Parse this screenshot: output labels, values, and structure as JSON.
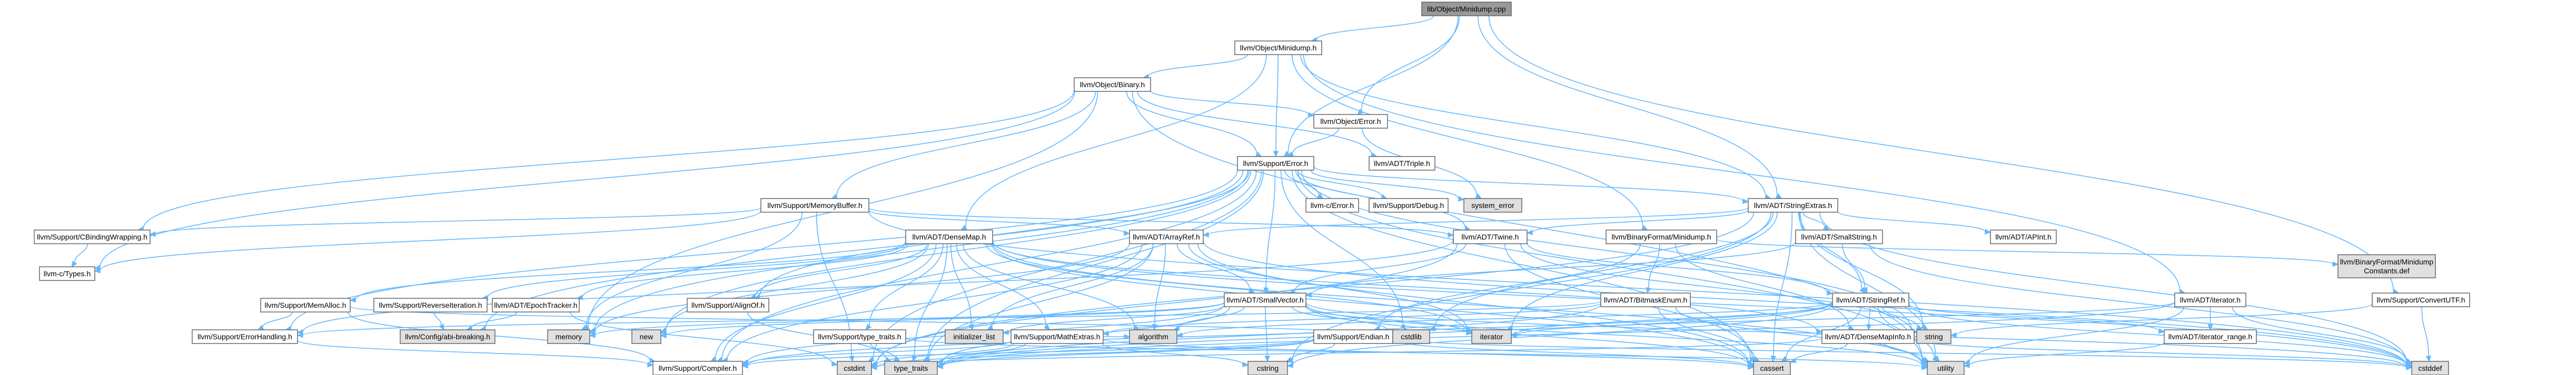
{
  "colors": {
    "edge": "#63b8ff",
    "border": "#666666",
    "root_fill": "#999999",
    "link_fill": "#ffffff",
    "external_fill": "#e0e0e0",
    "text": "#000000",
    "redtext": "#cc0000"
  },
  "nodes": [
    {
      "id": "root",
      "lines": [
        "lib/Object/Minidump.cpp"
      ],
      "style": "root"
    },
    {
      "id": "minidump_h",
      "lines": [
        "llvm/Object/Minidump.h"
      ],
      "style": "link"
    },
    {
      "id": "binary_h",
      "lines": [
        "llvm/Object/Binary.h"
      ],
      "style": "link"
    },
    {
      "id": "error_obj_h",
      "lines": [
        "llvm/Object/Error.h"
      ],
      "style": "link"
    },
    {
      "id": "stringextras",
      "lines": [
        "llvm/ADT/StringExtras.h"
      ],
      "style": "link"
    },
    {
      "id": "convertutf",
      "lines": [
        "llvm/Support/ConvertUTF.h"
      ],
      "style": "link"
    },
    {
      "id": "support_error",
      "lines": [
        "llvm/Support/Error.h"
      ],
      "style": "red"
    },
    {
      "id": "triple",
      "lines": [
        "llvm/ADT/Triple.h"
      ],
      "style": "red"
    },
    {
      "id": "cbinding",
      "lines": [
        "llvm/Support/CBindingWrapping.h"
      ],
      "style": "red"
    },
    {
      "id": "c_types",
      "lines": [
        "llvm-c/Types.h"
      ],
      "style": "red"
    },
    {
      "id": "memorybuffer",
      "lines": [
        "llvm/Support/MemoryBuffer.h"
      ],
      "style": "red"
    },
    {
      "id": "c_error",
      "lines": [
        "llvm-c/Error.h"
      ],
      "style": "red"
    },
    {
      "id": "debug",
      "lines": [
        "llvm/Support/Debug.h"
      ],
      "style": "link"
    },
    {
      "id": "system_error",
      "lines": [
        "system_error"
      ],
      "style": "ext"
    },
    {
      "id": "densemap",
      "lines": [
        "llvm/ADT/DenseMap.h"
      ],
      "style": "link"
    },
    {
      "id": "arrayref",
      "lines": [
        "llvm/ADT/ArrayRef.h"
      ],
      "style": "red"
    },
    {
      "id": "twine",
      "lines": [
        "llvm/ADT/Twine.h"
      ],
      "style": "link"
    },
    {
      "id": "binfmt_minidump",
      "lines": [
        "llvm/BinaryFormat/Minidump.h"
      ],
      "style": "link"
    },
    {
      "id": "smallstring",
      "lines": [
        "llvm/ADT/SmallString.h"
      ],
      "style": "link"
    },
    {
      "id": "apint",
      "lines": [
        "llvm/ADT/APInt.h"
      ],
      "style": "red"
    },
    {
      "id": "iterator",
      "lines": [
        "llvm/ADT/iterator.h"
      ],
      "style": "link"
    },
    {
      "id": "minidump_def",
      "lines": [
        "llvm/BinaryFormat/Minidump",
        "Constants.def"
      ],
      "style": "ext"
    },
    {
      "id": "memalloc",
      "lines": [
        "llvm/Support/MemAlloc.h"
      ],
      "style": "link"
    },
    {
      "id": "reverseiter",
      "lines": [
        "llvm/Support/ReverseIteration.h"
      ],
      "style": "red"
    },
    {
      "id": "epochtracker",
      "lines": [
        "llvm/ADT/EpochTracker.h"
      ],
      "style": "link"
    },
    {
      "id": "alignof",
      "lines": [
        "llvm/Support/AlignOf.h"
      ],
      "style": "link"
    },
    {
      "id": "smallvector",
      "lines": [
        "llvm/ADT/SmallVector.h"
      ],
      "style": "red"
    },
    {
      "id": "bitmaskenum",
      "lines": [
        "llvm/ADT/BitmaskEnum.h"
      ],
      "style": "link"
    },
    {
      "id": "stringref",
      "lines": [
        "llvm/ADT/StringRef.h"
      ],
      "style": "red"
    },
    {
      "id": "errorhandling",
      "lines": [
        "llvm/Support/ErrorHandling.h"
      ],
      "style": "link"
    },
    {
      "id": "abibreaking",
      "lines": [
        "llvm/Config/abi-breaking.h"
      ],
      "style": "ext"
    },
    {
      "id": "typetraits_s",
      "lines": [
        "llvm/Support/type_traits.h"
      ],
      "style": "link"
    },
    {
      "id": "mathextras",
      "lines": [
        "llvm/Support/MathExtras.h"
      ],
      "style": "red"
    },
    {
      "id": "endian",
      "lines": [
        "llvm/Support/Endian.h"
      ],
      "style": "red"
    },
    {
      "id": "densemapinfo",
      "lines": [
        "llvm/ADT/DenseMapInfo.h"
      ],
      "style": "red"
    },
    {
      "id": "iter_range",
      "lines": [
        "llvm/ADT/iterator_range.h"
      ],
      "style": "link"
    },
    {
      "id": "compiler",
      "lines": [
        "llvm/Support/Compiler.h"
      ],
      "style": "red"
    },
    {
      "id": "memory",
      "lines": [
        "memory"
      ],
      "style": "ext"
    },
    {
      "id": "new",
      "lines": [
        "new"
      ],
      "style": "ext"
    },
    {
      "id": "init_list",
      "lines": [
        "initializer_list"
      ],
      "style": "ext"
    },
    {
      "id": "algorithm",
      "lines": [
        "algorithm"
      ],
      "style": "ext"
    },
    {
      "id": "cstdlib",
      "lines": [
        "cstdlib"
      ],
      "style": "ext"
    },
    {
      "id": "iterator_std",
      "lines": [
        "iterator"
      ],
      "style": "ext"
    },
    {
      "id": "string",
      "lines": [
        "string"
      ],
      "style": "ext"
    },
    {
      "id": "type_traits",
      "lines": [
        "type_traits"
      ],
      "style": "ext"
    },
    {
      "id": "cstdint",
      "lines": [
        "cstdint"
      ],
      "style": "ext"
    },
    {
      "id": "cstring",
      "lines": [
        "cstring"
      ],
      "style": "ext"
    },
    {
      "id": "cassert",
      "lines": [
        "cassert"
      ],
      "style": "ext"
    },
    {
      "id": "utility",
      "lines": [
        "utility"
      ],
      "style": "ext"
    },
    {
      "id": "cstddef",
      "lines": [
        "cstddef"
      ],
      "style": "ext"
    }
  ],
  "edges": [
    [
      "root",
      "minidump_h"
    ],
    [
      "root",
      "error_obj_h"
    ],
    [
      "root",
      "stringextras"
    ],
    [
      "root",
      "convertutf"
    ],
    [
      "root",
      "support_error"
    ],
    [
      "minidump_h",
      "binary_h"
    ],
    [
      "minidump_h",
      "stringextras"
    ],
    [
      "minidump_h",
      "support_error"
    ],
    [
      "minidump_h",
      "iterator"
    ],
    [
      "minidump_h",
      "binfmt_minidump"
    ],
    [
      "minidump_h",
      "densemap"
    ],
    [
      "binary_h",
      "support_error"
    ],
    [
      "binary_h",
      "error_obj_h"
    ],
    [
      "binary_h",
      "triple"
    ],
    [
      "binary_h",
      "cbinding"
    ],
    [
      "binary_h",
      "c_types"
    ],
    [
      "binary_h",
      "memorybuffer"
    ],
    [
      "binary_h",
      "memory"
    ],
    [
      "binary_h",
      "utility"
    ],
    [
      "error_obj_h",
      "support_error"
    ],
    [
      "error_obj_h",
      "system_error"
    ],
    [
      "support_error",
      "c_error"
    ],
    [
      "support_error",
      "debug"
    ],
    [
      "support_error",
      "system_error"
    ],
    [
      "support_error",
      "stringextras"
    ],
    [
      "support_error",
      "twine"
    ],
    [
      "support_error",
      "smallvector"
    ],
    [
      "support_error",
      "alignof"
    ],
    [
      "support_error",
      "errorhandling"
    ],
    [
      "support_error",
      "abibreaking"
    ],
    [
      "support_error",
      "compiler"
    ],
    [
      "support_error",
      "memory"
    ],
    [
      "support_error",
      "new"
    ],
    [
      "support_error",
      "cassert"
    ],
    [
      "support_error",
      "cstdint"
    ],
    [
      "support_error",
      "cstdlib"
    ],
    [
      "support_error",
      "string"
    ],
    [
      "support_error",
      "type_traits"
    ],
    [
      "support_error",
      "utility"
    ],
    [
      "cbinding",
      "c_types"
    ],
    [
      "memorybuffer",
      "c_types"
    ],
    [
      "memorybuffer",
      "arrayref"
    ],
    [
      "memorybuffer",
      "twine"
    ],
    [
      "memorybuffer",
      "cbinding"
    ],
    [
      "memorybuffer",
      "memory"
    ],
    [
      "memorybuffer",
      "cstddef"
    ],
    [
      "memorybuffer",
      "cstdint"
    ],
    [
      "stringextras",
      "apint"
    ],
    [
      "stringextras",
      "arrayref"
    ],
    [
      "stringextras",
      "smallstring"
    ],
    [
      "stringextras",
      "stringref"
    ],
    [
      "stringextras",
      "twine"
    ],
    [
      "stringextras",
      "cassert"
    ],
    [
      "stringextras",
      "cstddef"
    ],
    [
      "stringextras",
      "cstdint"
    ],
    [
      "stringextras",
      "cstdlib"
    ],
    [
      "stringextras",
      "cstring"
    ],
    [
      "stringextras",
      "iterator_std"
    ],
    [
      "stringextras",
      "string"
    ],
    [
      "stringextras",
      "utility"
    ],
    [
      "densemap",
      "densemapinfo"
    ],
    [
      "densemap",
      "epochtracker"
    ],
    [
      "densemap",
      "alignof"
    ],
    [
      "densemap",
      "compiler"
    ],
    [
      "densemap",
      "mathextras"
    ],
    [
      "densemap",
      "memalloc"
    ],
    [
      "densemap",
      "reverseiter"
    ],
    [
      "densemap",
      "typetraits_s"
    ],
    [
      "densemap",
      "algorithm"
    ],
    [
      "densemap",
      "cassert"
    ],
    [
      "densemap",
      "cstddef"
    ],
    [
      "densemap",
      "init_list"
    ],
    [
      "densemap",
      "iterator_std"
    ],
    [
      "densemap",
      "new"
    ],
    [
      "densemap",
      "type_traits"
    ],
    [
      "densemap",
      "utility"
    ],
    [
      "arrayref",
      "smallvector"
    ],
    [
      "arrayref",
      "compiler"
    ],
    [
      "arrayref",
      "algorithm"
    ],
    [
      "arrayref",
      "cassert"
    ],
    [
      "arrayref",
      "cstddef"
    ],
    [
      "arrayref",
      "init_list"
    ],
    [
      "arrayref",
      "iterator_std"
    ],
    [
      "arrayref",
      "memory"
    ],
    [
      "arrayref",
      "type_traits"
    ],
    [
      "twine",
      "smallvector"
    ],
    [
      "twine",
      "stringref"
    ],
    [
      "twine",
      "errorhandling"
    ],
    [
      "twine",
      "cassert"
    ],
    [
      "twine",
      "cstdint"
    ],
    [
      "twine",
      "string"
    ],
    [
      "binfmt_minidump",
      "bitmaskenum"
    ],
    [
      "binfmt_minidump",
      "densemapinfo"
    ],
    [
      "binfmt_minidump",
      "endian"
    ],
    [
      "binfmt_minidump",
      "minidump_def"
    ],
    [
      "smallstring",
      "smallvector"
    ],
    [
      "smallstring",
      "stringref"
    ],
    [
      "smallstring",
      "cstddef"
    ],
    [
      "iterator",
      "iter_range"
    ],
    [
      "iterator",
      "cstddef"
    ],
    [
      "iterator",
      "iterator_std"
    ],
    [
      "iterator",
      "type_traits"
    ],
    [
      "iterator",
      "utility"
    ],
    [
      "memalloc",
      "compiler"
    ],
    [
      "memalloc",
      "errorhandling"
    ],
    [
      "memalloc",
      "cstdlib"
    ],
    [
      "reverseiter",
      "abibreaking"
    ],
    [
      "epochtracker",
      "abibreaking"
    ],
    [
      "epochtracker",
      "cstdint"
    ],
    [
      "alignof",
      "type_traits"
    ],
    [
      "smallvector",
      "compiler"
    ],
    [
      "smallvector",
      "type_traits"
    ],
    [
      "smallvector",
      "algorithm"
    ],
    [
      "smallvector",
      "cassert"
    ],
    [
      "smallvector",
      "cstddef"
    ],
    [
      "smallvector",
      "cstdlib"
    ],
    [
      "smallvector",
      "cstring"
    ],
    [
      "smallvector",
      "functional"
    ],
    [
      "smallvector",
      "init_list"
    ],
    [
      "smallvector",
      "iterator_std"
    ],
    [
      "smallvector",
      "limits"
    ],
    [
      "smallvector",
      "memory"
    ],
    [
      "smallvector",
      "new"
    ],
    [
      "smallvector",
      "utility"
    ],
    [
      "bitmaskenum",
      "errorhandling"
    ],
    [
      "bitmaskenum",
      "mathextras"
    ],
    [
      "bitmaskenum",
      "cassert"
    ],
    [
      "bitmaskenum",
      "type_traits"
    ],
    [
      "bitmaskenum",
      "utility"
    ],
    [
      "stringref",
      "densemapinfo"
    ],
    [
      "stringref",
      "iter_range"
    ],
    [
      "stringref",
      "compiler"
    ],
    [
      "stringref",
      "algorithm"
    ],
    [
      "stringref",
      "cassert"
    ],
    [
      "stringref",
      "cstddef"
    ],
    [
      "stringref",
      "cstring"
    ],
    [
      "stringref",
      "iterator_std"
    ],
    [
      "stringref",
      "string"
    ],
    [
      "stringref",
      "type_traits"
    ],
    [
      "stringref",
      "utility"
    ],
    [
      "errorhandling",
      "compiler"
    ],
    [
      "typetraits_s",
      "type_traits"
    ],
    [
      "typetraits_s",
      "utility"
    ],
    [
      "mathextras",
      "compiler"
    ],
    [
      "mathextras",
      "algorithm"
    ],
    [
      "mathextras",
      "cassert"
    ],
    [
      "mathextras",
      "cstdint"
    ],
    [
      "mathextras",
      "cstring"
    ],
    [
      "mathextras",
      "type_traits"
    ],
    [
      "endian",
      "compiler"
    ],
    [
      "endian",
      "cassert"
    ],
    [
      "endian",
      "cstddef"
    ],
    [
      "endian",
      "cstdint"
    ],
    [
      "endian",
      "cstring"
    ],
    [
      "endian",
      "type_traits"
    ],
    [
      "densemapinfo",
      "cassert"
    ],
    [
      "densemapinfo",
      "cstddef"
    ],
    [
      "densemapinfo",
      "cstdint"
    ],
    [
      "densemapinfo",
      "utility"
    ],
    [
      "iter_range",
      "utility"
    ],
    [
      "convertutf",
      "cstddef"
    ],
    [
      "convertutf",
      "string"
    ]
  ]
}
